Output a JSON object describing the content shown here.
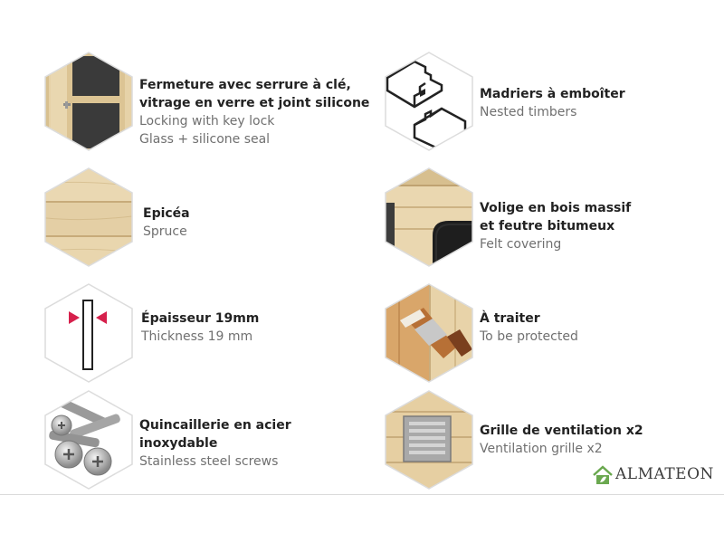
{
  "features": [
    {
      "fr_lines": [
        "Fermeture avec serrure à clé,",
        "vitrage en verre et joint silicone"
      ],
      "en_lines": [
        "Locking with key lock",
        "Glass + silicone seal"
      ],
      "icon": "door-lock-icon"
    },
    {
      "fr_lines": [
        "Madriers à emboîter"
      ],
      "en_lines": [
        "Nested timbers"
      ],
      "icon": "nested-timbers-icon"
    },
    {
      "fr_lines": [
        "Epicéa"
      ],
      "en_lines": [
        "Spruce"
      ],
      "icon": "spruce-wood-icon"
    },
    {
      "fr_lines": [
        "Volige en bois massif",
        "et feutre bitumeux"
      ],
      "en_lines": [
        "Felt covering"
      ],
      "icon": "felt-roof-icon"
    },
    {
      "fr_lines": [
        "Épaisseur 19mm"
      ],
      "en_lines": [
        "Thickness 19 mm"
      ],
      "icon": "thickness-icon"
    },
    {
      "fr_lines": [
        "À traiter"
      ],
      "en_lines": [
        "To be protected"
      ],
      "icon": "paintbrush-icon"
    },
    {
      "fr_lines": [
        "Quincaillerie en acier",
        "inoxydable"
      ],
      "en_lines": [
        "Stainless steel screws"
      ],
      "icon": "screws-icon"
    },
    {
      "fr_lines": [
        "Grille de ventilation x2"
      ],
      "en_lines": [
        "Ventilation grille x2"
      ],
      "icon": "ventilation-grille-icon"
    }
  ],
  "logo": {
    "text": "ALMATEON",
    "icon": "house-leaf-icon",
    "color": "#6aa84f"
  },
  "colors": {
    "wood": "#e8d4ad",
    "wood_dark": "#c9ad7d",
    "hex_border": "#dcdcdc",
    "arrow": "#d6204c"
  }
}
